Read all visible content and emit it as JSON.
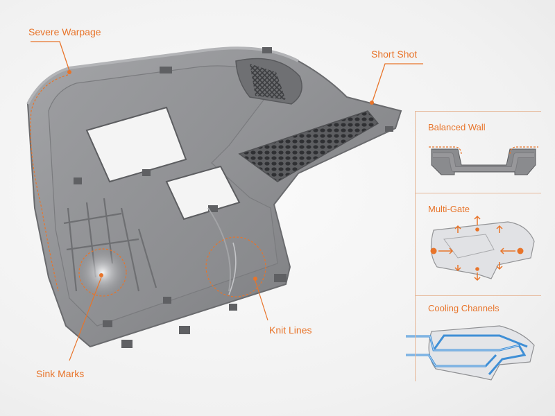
{
  "callouts": {
    "severe_warpage": "Severe Warpage",
    "short_shot": "Short Shot",
    "sink_marks": "Sink Marks",
    "knit_lines": "Knit Lines"
  },
  "panel": {
    "balanced_wall": "Balanced Wall",
    "multi_gate": "Multi-Gate",
    "cooling_channels": "Cooling Channels"
  },
  "colors": {
    "accent": "#e8742a",
    "part_gray": "#8c8d90",
    "cooling_blue": "#3f8fd6"
  }
}
